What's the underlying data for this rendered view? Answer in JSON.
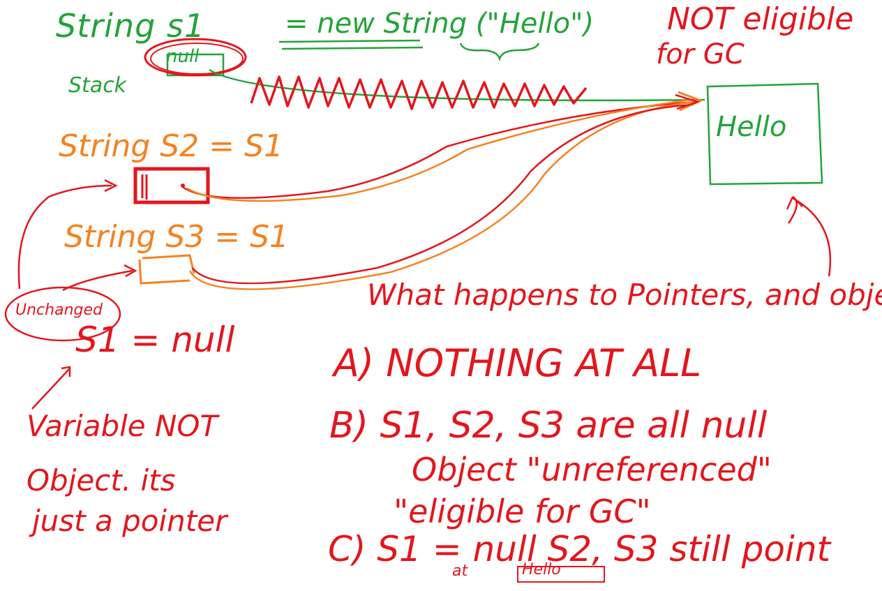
{
  "stack_label": "Stack",
  "s1_declaration": "String s1",
  "s1_assignment": "= new String (\"Hello\")",
  "s1_null_box": "null",
  "not_eligible_line1": "NOT eligible",
  "not_eligible_line2": "for GC",
  "heap_object": "Hello",
  "s2_declaration": "String S2 = S1",
  "s3_declaration": "String S3 = S1",
  "unchanged_label": "Unchanged",
  "s1_null_statement": "S1 = null",
  "variable_note": {
    "line1": "Variable NOT",
    "line2": "Object. its",
    "line3": "just a pointer"
  },
  "question": "What happens to Pointers, and object",
  "options": {
    "a": "A) NOTHING AT ALL",
    "b_line1": "B) S1, S2, S3 are all null",
    "b_line2": "Object \"unreferenced\"",
    "b_line3": "\"eligible for GC\"",
    "c": "C) S1 = null S2, S3 still point",
    "c_sub": "at",
    "c_hello": "Hello"
  },
  "colors": {
    "green": "#23a33a",
    "red": "#e3161d",
    "orange": "#f58220"
  }
}
